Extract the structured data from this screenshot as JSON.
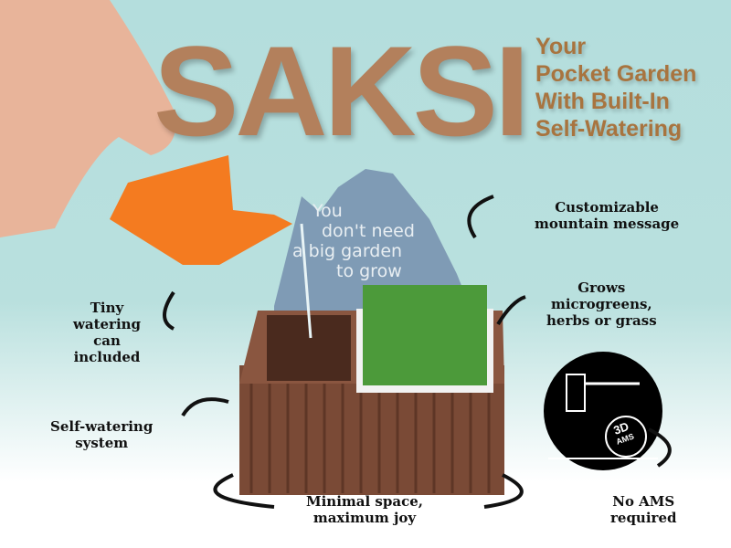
{
  "logo": {
    "text": "SAKSI",
    "color": "#b3805c",
    "leaf_color": "#2e8b3e"
  },
  "tagline": [
    "Your",
    "Pocket Garden",
    "With Built-In",
    "Self-Watering"
  ],
  "sign": {
    "lines": [
      "You",
      "don't need",
      "a big garden",
      "to grow"
    ]
  },
  "callouts": {
    "mountain": [
      "Customizable",
      "mountain message"
    ],
    "grows": [
      "Grows",
      "microgreens,",
      "herbs or grass"
    ],
    "can": [
      "Tiny",
      "watering",
      "can",
      "included"
    ],
    "self": [
      "Self-watering",
      "system"
    ],
    "space": [
      "Minimal space,",
      "maximum joy"
    ],
    "ams": [
      "No AMS",
      "required"
    ]
  },
  "ams_badge": {
    "line1": "3D",
    "line2": "AMS"
  },
  "colors": {
    "background": "#b4dedd",
    "pot": "#7a4a36",
    "grass": "#4c9a3a",
    "can": "#f47b20",
    "sign": "#7f9bb5"
  }
}
